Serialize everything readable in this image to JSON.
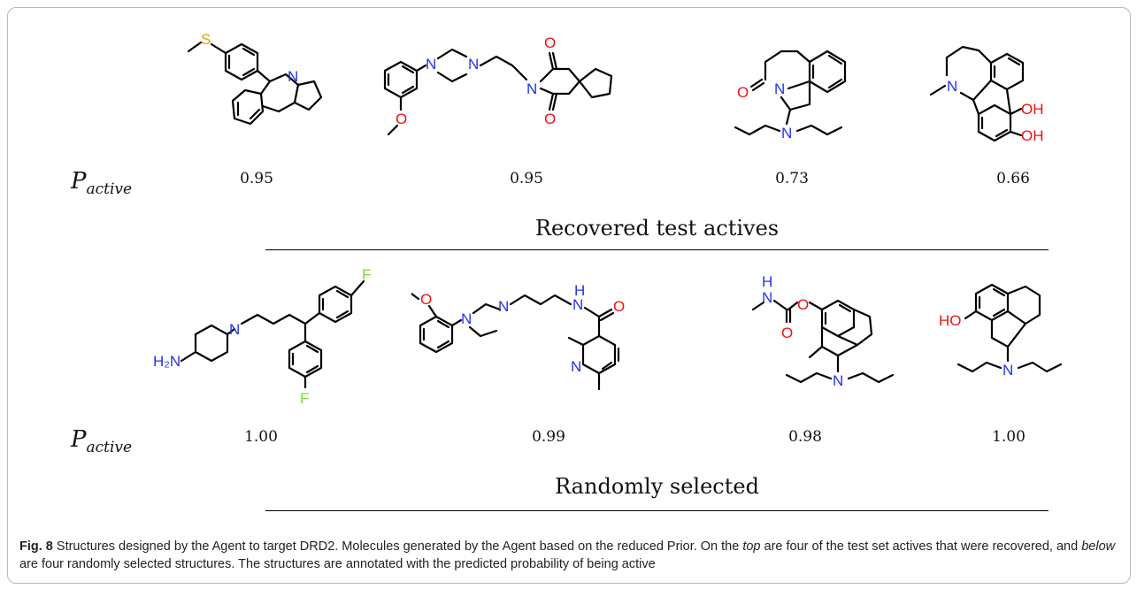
{
  "figure": {
    "label_symbol": "P",
    "label_subscript": "active",
    "top_row": {
      "title": "Recovered test actives",
      "values": [
        "0.95",
        "0.95",
        "0.73",
        "0.66"
      ]
    },
    "bottom_row": {
      "title": "Randomly selected",
      "values": [
        "1.00",
        "0.99",
        "0.98",
        "1.00"
      ]
    },
    "atom_labels": {
      "S": "S",
      "N": "N",
      "O": "O",
      "OH": "OH",
      "F": "F",
      "H": "H",
      "H2N": "H₂N",
      "HO": "HO"
    },
    "colors": {
      "nitrogen": "#2233ee",
      "oxygen": "#ee1111",
      "sulfur": "#d4a600",
      "fluorine": "#77dd33"
    }
  },
  "caption": {
    "fig_label": "Fig. 8",
    "text_1": "Structures designed by the Agent to target DRD2. Molecules generated by the Agent based on the reduced Prior. On the ",
    "em_1": "top",
    "text_2": " are four of the test set actives that were recovered, and ",
    "em_2": "below",
    "text_3": " are four randomly selected structures. The structures are annotated with the predicted probability of being active"
  }
}
